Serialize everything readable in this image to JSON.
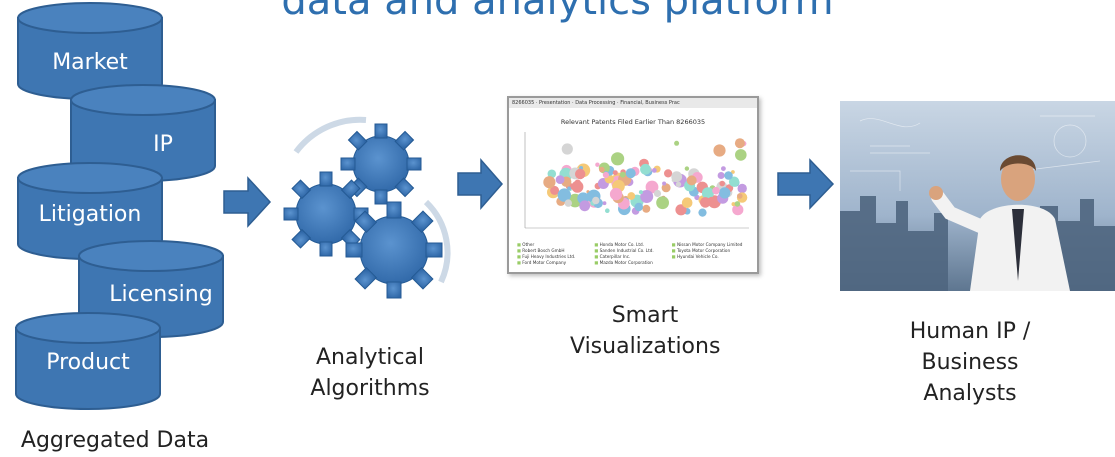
{
  "title": "data and analytics platform",
  "data_sources": [
    "Market",
    "IP",
    "Litigation",
    "Licensing",
    "Product"
  ],
  "stages": [
    {
      "lines": [
        "Aggregated Data"
      ]
    },
    {
      "lines": [
        "Analytical",
        "Algorithms"
      ]
    },
    {
      "lines": [
        "Smart",
        "Visualizations"
      ]
    },
    {
      "lines": [
        "Human IP /",
        "Business",
        "Analysts"
      ]
    }
  ],
  "visualization": {
    "header": "8266035 · Presentation · Data Processing · Financial, Business Prac",
    "chart_title": "Relevant Patents Filed Earlier Than 8266035",
    "legend": [
      "Other",
      "Honda Motor Co. Ltd.",
      "Nissan Motor Company Limited",
      "Robert Bosch GmbH",
      "Sanden Industrial Co. Ltd.",
      "Toyota Motor Corporation",
      "Fuji Heavy Industries Ltd.",
      "Caterpillar Inc.",
      "Hyundai Vehicle Co.",
      "Ford Motor Company",
      "Mazda Motor Corporation"
    ]
  },
  "colors": {
    "cylinder": "#3E76B2",
    "cylinder_dark": "#2E5E92",
    "arrow": "#3E76B2",
    "gear": "#3D78B8",
    "title": "#2E6FAF"
  }
}
